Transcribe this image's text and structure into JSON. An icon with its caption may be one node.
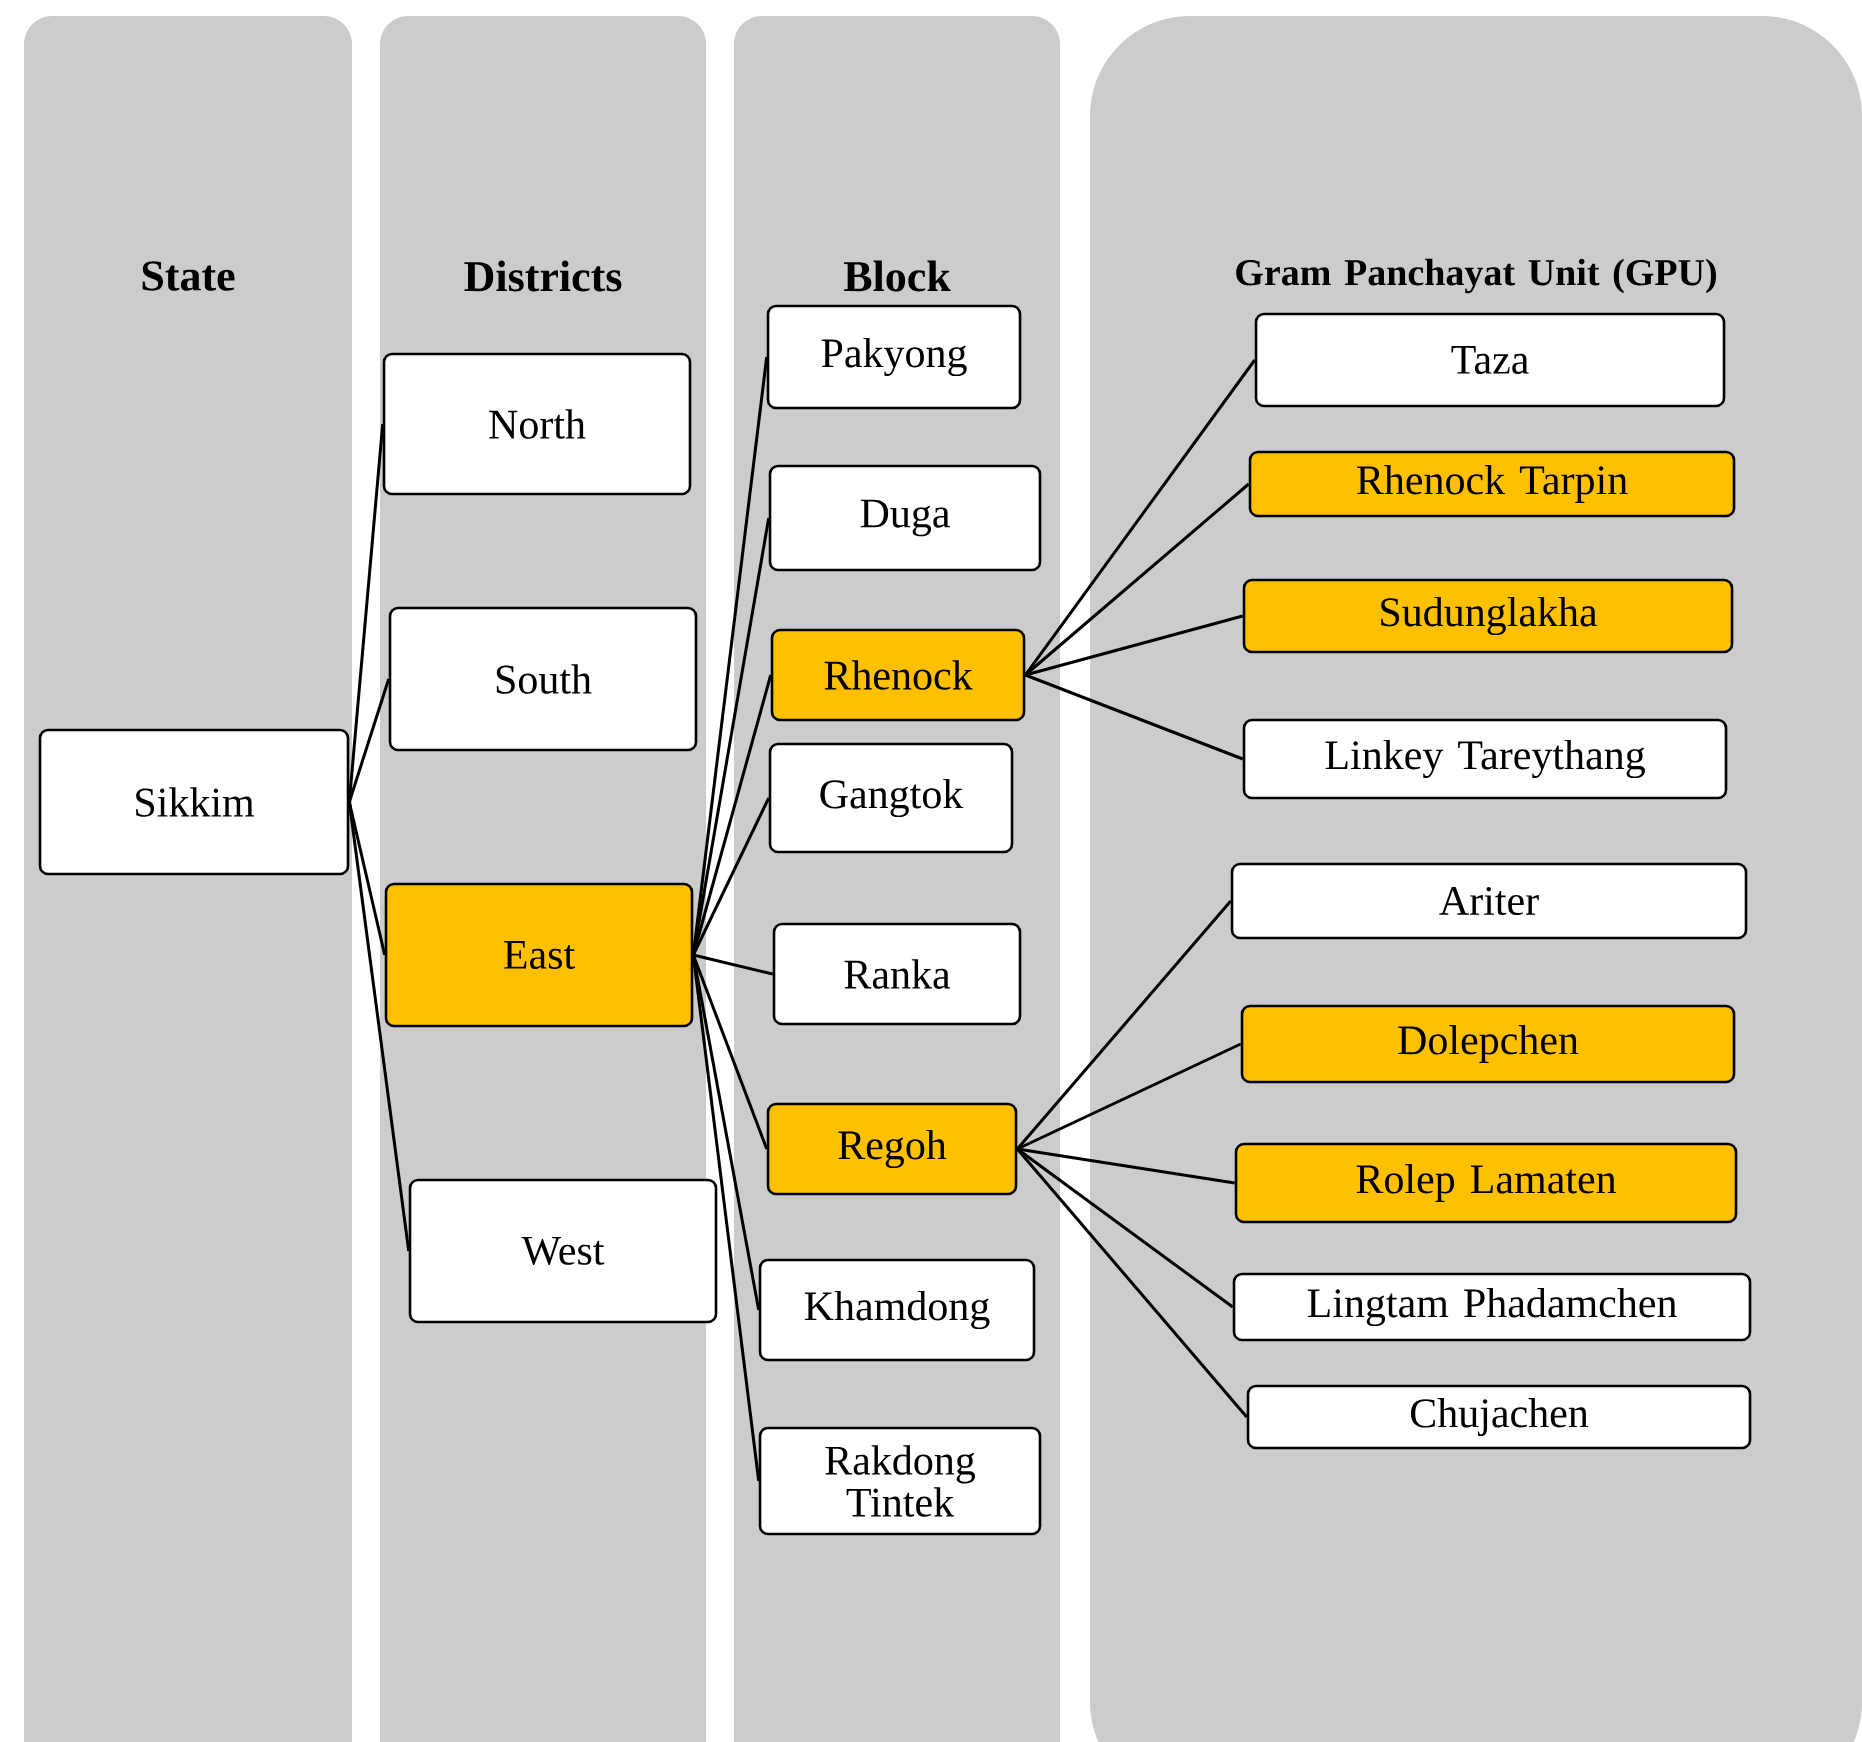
{
  "diagram": {
    "nodes": [
      {
        "text": [
          "State"
        ]
      },
      {
        "text": [
          "Districts"
        ]
      },
      {
        "text": [
          "Block"
        ]
      },
      {
        "text": [
          "Gram Panchayat Unit (GPU)"
        ]
      },
      {
        "text": [
          "Sikkim"
        ],
        "in": 0
      },
      {
        "text": [
          "North"
        ],
        "in": 1
      },
      {
        "text": [
          "South"
        ],
        "in": 1
      },
      {
        "text": [
          "East"
        ],
        "in": 1
      },
      {
        "text": [
          "West"
        ],
        "in": 1
      },
      {
        "text": [
          "Pakyong"
        ],
        "in": 2
      },
      {
        "text": [
          "Duga"
        ],
        "in": 2
      },
      {
        "text": [
          "Rhenock"
        ],
        "in": 2
      },
      {
        "text": [
          "Gangtok"
        ],
        "in": 2
      },
      {
        "text": [
          "Ranka"
        ],
        "in": 2
      },
      {
        "text": [
          "Regoh"
        ],
        "in": 2
      },
      {
        "text": [
          "Khamdong"
        ],
        "in": 2
      },
      {
        "text": [
          "Rakdong Tintek"
        ],
        "in": 2
      },
      {
        "text": [
          "Taza"
        ],
        "in": 3
      },
      {
        "text": [
          "Rhenock Tarpin"
        ],
        "in": 3
      },
      {
        "text": [
          "Sudunglakha"
        ],
        "in": 3
      },
      {
        "text": [
          "Linkey Tareythang"
        ],
        "in": 3
      },
      {
        "text": [
          "Ariter"
        ],
        "in": 3
      },
      {
        "text": [
          "Dolepchen"
        ],
        "in": 3
      },
      {
        "text": [
          "Rolep Lamaten"
        ],
        "in": 3
      },
      {
        "text": [
          "Lingtam Phadamchen"
        ],
        "in": 3
      },
      {
        "text": [
          "Chujachen"
        ],
        "in": 3
      }
    ],
    "edges": [
      {
        "from": 4,
        "to": 5,
        "arrow": "none"
      },
      {
        "from": 4,
        "to": 6,
        "arrow": "none"
      },
      {
        "from": 4,
        "to": 7,
        "arrow": "none"
      },
      {
        "from": 4,
        "to": 8,
        "arrow": "none"
      },
      {
        "from": 7,
        "to": 9,
        "arrow": "none"
      },
      {
        "from": 7,
        "to": 10,
        "arrow": "none"
      },
      {
        "from": 7,
        "to": 11,
        "arrow": "none"
      },
      {
        "from": 7,
        "to": 12,
        "arrow": "none"
      },
      {
        "from": 7,
        "to": 13,
        "arrow": "none"
      },
      {
        "from": 7,
        "to": 14,
        "arrow": "none"
      },
      {
        "from": 7,
        "to": 15,
        "arrow": "none"
      },
      {
        "from": 7,
        "to": 16,
        "arrow": "none"
      },
      {
        "from": 11,
        "to": 17,
        "arrow": "none"
      },
      {
        "from": 11,
        "to": 18,
        "arrow": "none"
      },
      {
        "from": 11,
        "to": 19,
        "arrow": "none"
      },
      {
        "from": 11,
        "to": 20,
        "arrow": "none"
      },
      {
        "from": 14,
        "to": 21,
        "arrow": "none"
      },
      {
        "from": 14,
        "to": 22,
        "arrow": "none"
      },
      {
        "from": 14,
        "to": 23,
        "arrow": "none"
      },
      {
        "from": 14,
        "to": 24,
        "arrow": "none"
      },
      {
        "from": 14,
        "to": 25,
        "arrow": "none"
      }
    ]
  }
}
